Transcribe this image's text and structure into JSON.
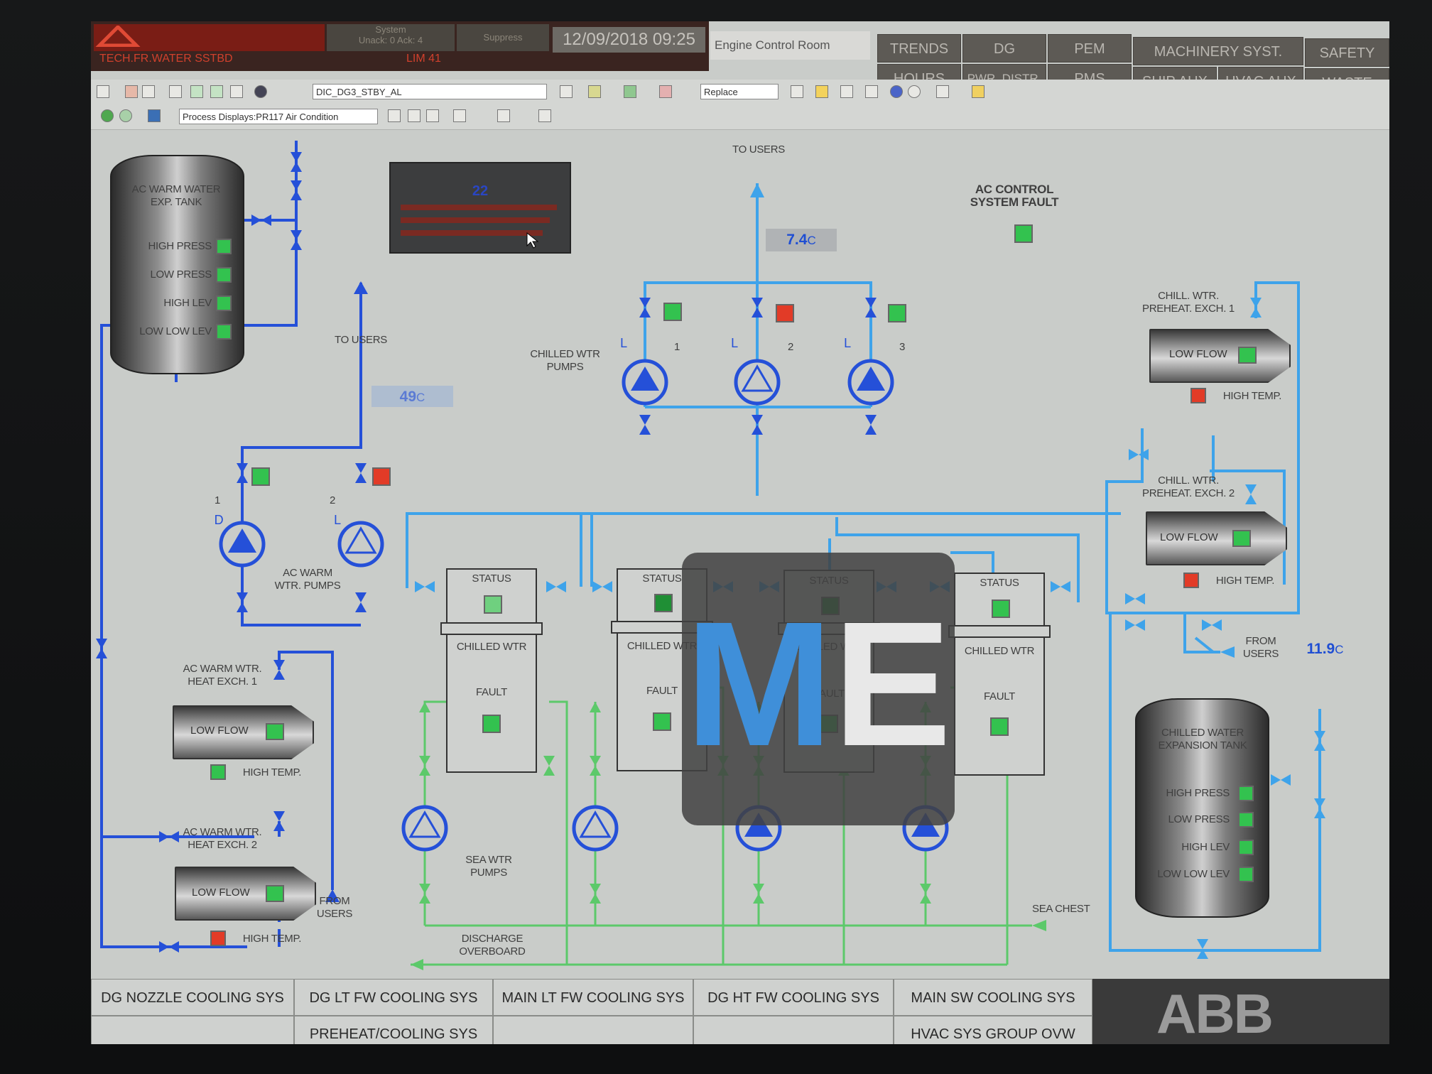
{
  "header": {
    "alarm_title": "TECH.FR.WATER SSTBD",
    "alarm_code": "LIM 41",
    "block1": "System",
    "block1_sub": "Unack: 0    Ack: 4",
    "block2": "Suppress",
    "datetime": "12/09/2018 09:25",
    "room": "Engine Control Room"
  },
  "nav": {
    "trends": "TRENDS",
    "dg": "DG",
    "pem": "PEM",
    "machinery": "MACHINERY SYST.",
    "safety": "SAFETY",
    "hours": "HOURS",
    "pwr": "PWR. DISTR.",
    "pms": "PMS",
    "ship_aux": "SHIP AUX",
    "hvac_aux": "HVAC AUX",
    "waste": "WASTE"
  },
  "toolbar": {
    "object_combo": "DIC_DG3_STBY_AL",
    "mode_combo": "Replace",
    "display_combo": "Process Displays:PR117 Air Condition"
  },
  "diagram": {
    "to_users_top": "TO USERS",
    "to_users_left": "TO USERS",
    "temp_top": "7.4",
    "temp_left": "49",
    "temp_right": "11.9",
    "unit": "C",
    "info_value": "22",
    "ac_fault": "AC CONTROL\nSYSTEM FAULT",
    "warm_tank": "AC WARM WATER\nEXP. TANK",
    "high_press": "HIGH PRESS",
    "low_press": "LOW PRESS",
    "high_lev": "HIGH LEV",
    "low_low_lev": "LOW LOW LEV",
    "chilled_pumps": "CHILLED WTR\nPUMPS",
    "warm_pumps": "AC WARM\nWTR. PUMPS",
    "sea_pumps": "SEA WTR\nPUMPS",
    "pump_1": "1",
    "pump_2": "2",
    "pump_3": "3",
    "mode_l": "L",
    "mode_d": "D",
    "status": "STATUS",
    "chilled_wtr": "CHILLED WTR",
    "fault": "FAULT",
    "hx1": "AC WARM WTR.\nHEAT EXCH. 1",
    "hx2": "AC WARM WTR.\nHEAT EXCH. 2",
    "low_flow": "LOW FLOW",
    "high_temp": "HIGH TEMP.",
    "from_users": "FROM\nUSERS",
    "chill_hx1": "CHILL. WTR.\nPREHEAT. EXCH. 1",
    "chill_hx2": "CHILL. WTR.\nPREHEAT. EXCH. 2",
    "chilled_tank": "CHILLED WATER\nEXPANSION TANK",
    "sea_chest": "SEA CHEST",
    "discharge": "DISCHARGE\nOVERBOARD",
    "watermark": "ME"
  },
  "tabs": {
    "t1": "DG NOZZLE COOLING SYS",
    "t2": "DG LT FW COOLING SYS",
    "t3": "MAIN LT FW COOLING SYS",
    "t4": "DG HT FW COOLING SYS",
    "t5": "MAIN SW COOLING SYS",
    "t6": "PREHEAT/COOLING SYS",
    "t7": "HVAC SYS  GROUP OVW",
    "logo": "ABB"
  },
  "colors": {
    "warm_line": "#2550d8",
    "chilled_line": "#3ea3ea",
    "sea_line": "#5cc96a",
    "status_ok": "#33c24f",
    "status_alarm": "#e23b27"
  }
}
